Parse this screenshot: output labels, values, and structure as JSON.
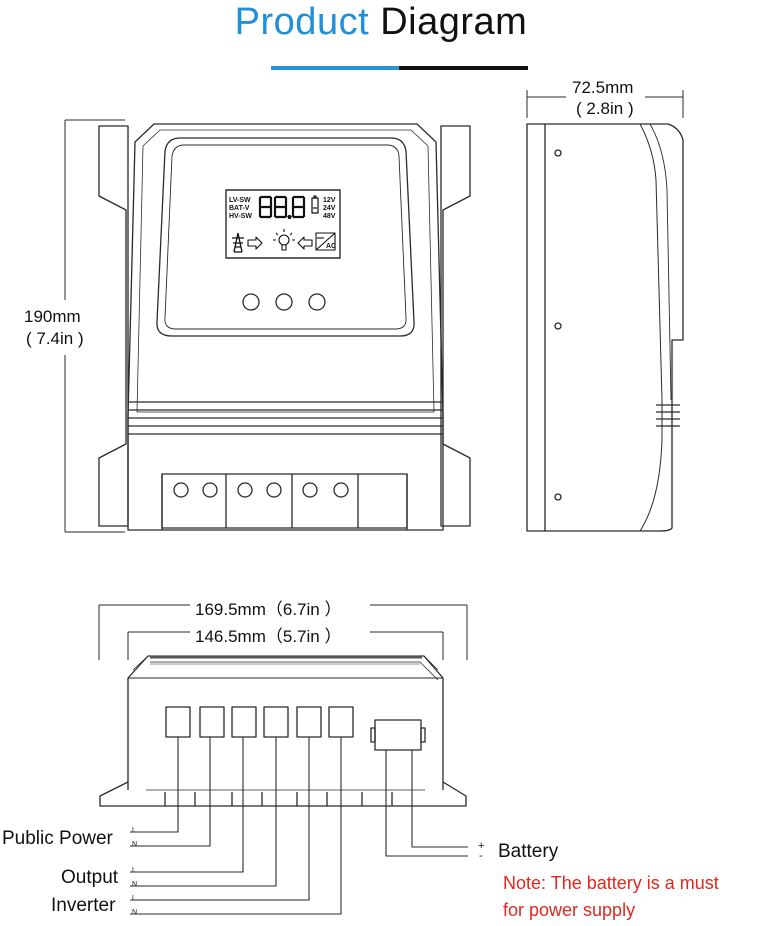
{
  "title": {
    "word1": "Product",
    "word2": "Diagram",
    "accent_color": "#1e8fd8",
    "text_color": "#111111"
  },
  "dimensions": {
    "height_mm": "190mm",
    "height_in": "( 7.4in )",
    "depth_mm": "72.5mm",
    "depth_in": "( 2.8in )",
    "outer_width": "169.5mm（6.7in ）",
    "inner_width": "146.5mm（5.7in ）"
  },
  "lcd": {
    "labels": [
      "LV-SW",
      "BAT-V",
      "HV-SW"
    ],
    "digits": "88.8",
    "voltages": [
      "12V",
      "24V",
      "48V"
    ],
    "icons": [
      "tower-icon",
      "arrow-right-icon",
      "bulb-icon",
      "arrow-left-icon",
      "solar-panel-icon"
    ],
    "ac_label": "AC"
  },
  "legend": {
    "public_power": "Public Power",
    "output": "Output",
    "inverter": "Inverter",
    "battery": "Battery",
    "pin_l": "L",
    "pin_n": "N",
    "plus": "+",
    "minus": "-"
  },
  "note": {
    "line1": "Note: The battery is a must",
    "line2": "for power supply",
    "color": "#e0281e"
  }
}
